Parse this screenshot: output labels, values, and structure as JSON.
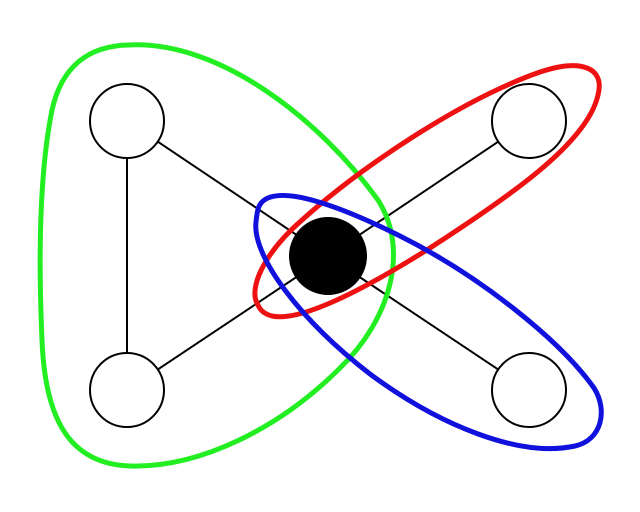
{
  "diagram": {
    "nodes": [
      {
        "id": "top-left",
        "fill": "#ffffff"
      },
      {
        "id": "bottom-left",
        "fill": "#ffffff"
      },
      {
        "id": "top-right",
        "fill": "#ffffff"
      },
      {
        "id": "bottom-right",
        "fill": "#ffffff"
      },
      {
        "id": "center",
        "fill": "#000000"
      }
    ],
    "edges": [
      {
        "from": "top-left",
        "to": "bottom-left"
      },
      {
        "from": "top-left",
        "to": "center"
      },
      {
        "from": "bottom-left",
        "to": "center"
      },
      {
        "from": "center",
        "to": "top-right"
      },
      {
        "from": "center",
        "to": "bottom-right"
      }
    ],
    "hyperedges": [
      {
        "id": "left-triangle",
        "color": "#22ee22",
        "members": [
          "top-left",
          "bottom-left",
          "center"
        ]
      },
      {
        "id": "upper-right",
        "color": "#ee1111",
        "members": [
          "center",
          "top-right"
        ]
      },
      {
        "id": "lower-right",
        "color": "#1111dd",
        "members": [
          "center",
          "bottom-right"
        ]
      }
    ],
    "edge_color": "#000000",
    "node_stroke": "#000000"
  }
}
